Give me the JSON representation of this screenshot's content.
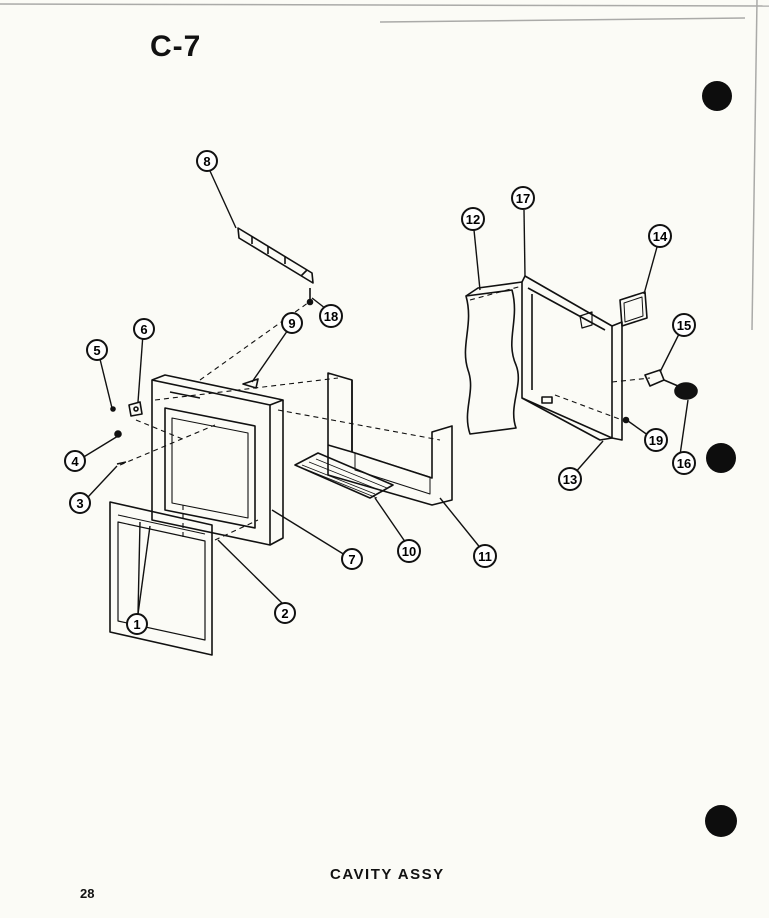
{
  "page": {
    "code": "C-7",
    "caption": "CAVITY ASSY",
    "page_number": "28"
  },
  "callouts": [
    {
      "id": "c1",
      "label": "1"
    },
    {
      "id": "c2",
      "label": "2"
    },
    {
      "id": "c3",
      "label": "3"
    },
    {
      "id": "c4",
      "label": "4"
    },
    {
      "id": "c5",
      "label": "5"
    },
    {
      "id": "c6",
      "label": "6"
    },
    {
      "id": "c7",
      "label": "7"
    },
    {
      "id": "c8",
      "label": "8"
    },
    {
      "id": "c9",
      "label": "9"
    },
    {
      "id": "c10",
      "label": "10"
    },
    {
      "id": "c11",
      "label": "11"
    },
    {
      "id": "c12",
      "label": "12"
    },
    {
      "id": "c13",
      "label": "13"
    },
    {
      "id": "c14",
      "label": "14"
    },
    {
      "id": "c15",
      "label": "15"
    },
    {
      "id": "c16",
      "label": "16"
    },
    {
      "id": "c17",
      "label": "17"
    },
    {
      "id": "c18",
      "label": "18"
    },
    {
      "id": "c19",
      "label": "19"
    }
  ]
}
